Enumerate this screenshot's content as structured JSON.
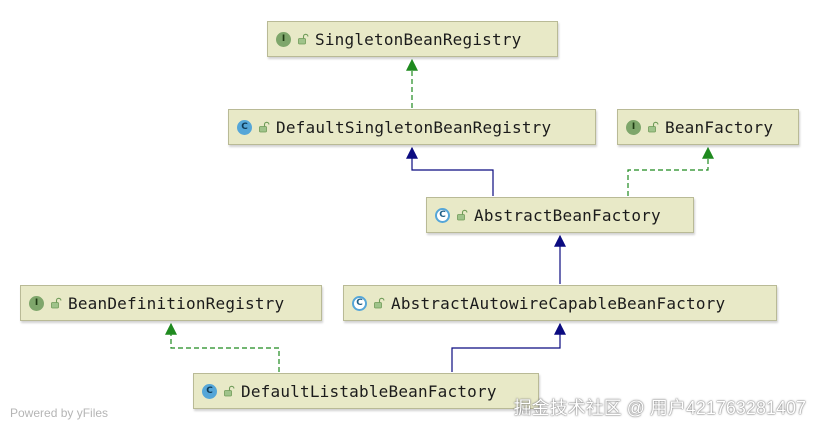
{
  "nodes": [
    {
      "id": "singleton-bean-registry",
      "label": "SingletonBeanRegistry",
      "kind": "interface",
      "badge": "I",
      "icon": "unlock-icon"
    },
    {
      "id": "default-singleton-bean-registry",
      "label": "DefaultSingletonBeanRegistry",
      "kind": "class",
      "badge": "C",
      "icon": "unlock-icon"
    },
    {
      "id": "bean-factory",
      "label": "BeanFactory",
      "kind": "interface",
      "badge": "I",
      "icon": "unlock-icon"
    },
    {
      "id": "abstract-bean-factory",
      "label": "AbstractBeanFactory",
      "kind": "abstract-class",
      "badge": "C",
      "icon": "unlock-icon"
    },
    {
      "id": "bean-definition-registry",
      "label": "BeanDefinitionRegistry",
      "kind": "interface",
      "badge": "I",
      "icon": "unlock-icon"
    },
    {
      "id": "abstract-autowire-capable-bean-factory",
      "label": "AbstractAutowireCapableBeanFactory",
      "kind": "abstract-class",
      "badge": "C",
      "icon": "unlock-icon"
    },
    {
      "id": "default-listable-bean-factory",
      "label": "DefaultListableBeanFactory",
      "kind": "class",
      "badge": "C",
      "icon": "unlock-icon"
    }
  ],
  "edges": [
    {
      "from": "default-singleton-bean-registry",
      "to": "singleton-bean-registry",
      "type": "implements"
    },
    {
      "from": "abstract-bean-factory",
      "to": "default-singleton-bean-registry",
      "type": "extends"
    },
    {
      "from": "abstract-bean-factory",
      "to": "bean-factory",
      "type": "implements"
    },
    {
      "from": "abstract-autowire-capable-bean-factory",
      "to": "abstract-bean-factory",
      "type": "extends"
    },
    {
      "from": "default-listable-bean-factory",
      "to": "abstract-autowire-capable-bean-factory",
      "type": "extends"
    },
    {
      "from": "default-listable-bean-factory",
      "to": "bean-definition-registry",
      "type": "implements"
    }
  ],
  "colors": {
    "extends": "#0b0b80",
    "implements": "#1f8a1f",
    "node_fill": "#e8e9c7"
  },
  "footer": {
    "credit": "Powered by yFiles",
    "watermark": "掘金技术社区 @ 用户421763281407"
  }
}
